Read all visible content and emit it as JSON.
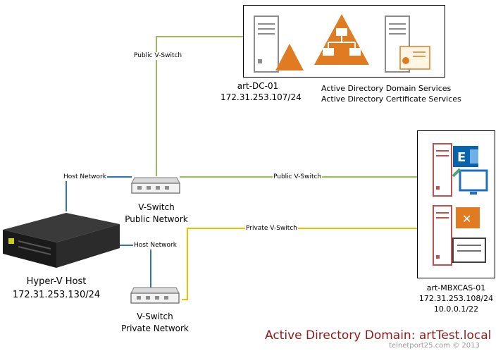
{
  "links": {
    "dc_public": "Public V-Switch",
    "host_public": "Host Network",
    "mbx_public": "Public V-Switch",
    "host_private": "Host Network",
    "mbx_private": "Private V-Switch"
  },
  "dc": {
    "name": "art-DC-01",
    "ip": "172.31.253.107/24",
    "role1": "Active Directory Domain Services",
    "role2": "Active Directory Certificate Services"
  },
  "mbx": {
    "name": "art-MBXCAS-01",
    "ip1": "172.31.253.108/24",
    "ip2": "10.0.0.1/22"
  },
  "host": {
    "name": "Hyper-V Host",
    "ip": "172.31.253.130/24"
  },
  "public_switch": {
    "line1": "V-Switch",
    "line2": "Public Network"
  },
  "private_switch": {
    "line1": "V-Switch",
    "line2": "Private Network"
  },
  "footer": {
    "domain": "Active Directory Domain: artTest.local",
    "credit": "telnetport25.com © 2013"
  },
  "colors": {
    "public": "#9bbb59",
    "private": "#f0c000",
    "host": "#2e75b6",
    "ad_orange": "#e07b22",
    "server_red": "#c0504d",
    "exchange_blue": "#0a64ad"
  }
}
